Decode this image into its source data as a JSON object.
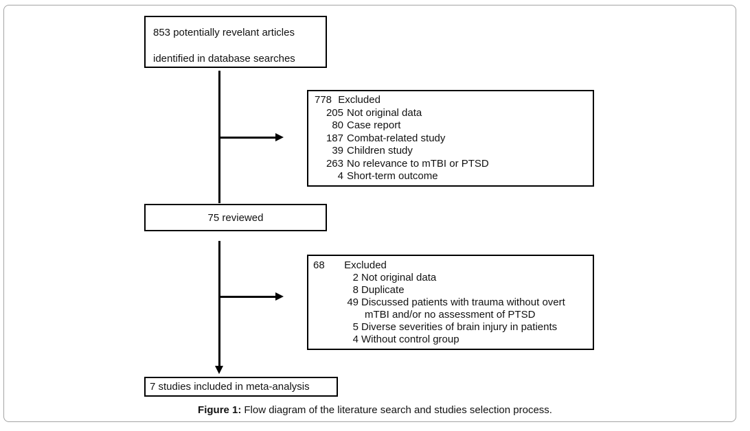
{
  "colors": {
    "background": "#ffffff",
    "box_border": "#000000",
    "connector": "#000000",
    "text": "#111111",
    "page_border": "#a3a3a3"
  },
  "flow": {
    "top_box": {
      "line1": "853 potentially revelant articles",
      "line2": "identified in database searches"
    },
    "exclusion_box_1": {
      "total": "778",
      "total_label": "Excluded",
      "items": [
        {
          "num": "205",
          "text": "Not original data"
        },
        {
          "num": "80",
          "text": "Case report"
        },
        {
          "num": "187",
          "text": "Combat-related study"
        },
        {
          "num": "39",
          "text": "Children study"
        },
        {
          "num": "263",
          "text": "No relevance to mTBI or PTSD"
        },
        {
          "num": "4",
          "text": "Short-term outcome"
        }
      ]
    },
    "reviewed_box": {
      "text": "75 reviewed"
    },
    "exclusion_box_2": {
      "total": "68",
      "total_label": "Excluded",
      "items": [
        {
          "num": "2",
          "text": "Not original data"
        },
        {
          "num": "8",
          "text": "Duplicate"
        },
        {
          "num": "49",
          "text": "Discussed patients with trauma without overt",
          "text2": "mTBI and/or no assessment of PTSD"
        },
        {
          "num": "5",
          "text": "Diverse severities of brain injury in patients"
        },
        {
          "num": "4",
          "text": "Without control group"
        }
      ]
    },
    "included_box": {
      "text": "7 studies included in meta-analysis"
    }
  },
  "caption": {
    "label": "Figure 1:",
    "text": "Flow diagram of the literature search and studies selection process."
  }
}
